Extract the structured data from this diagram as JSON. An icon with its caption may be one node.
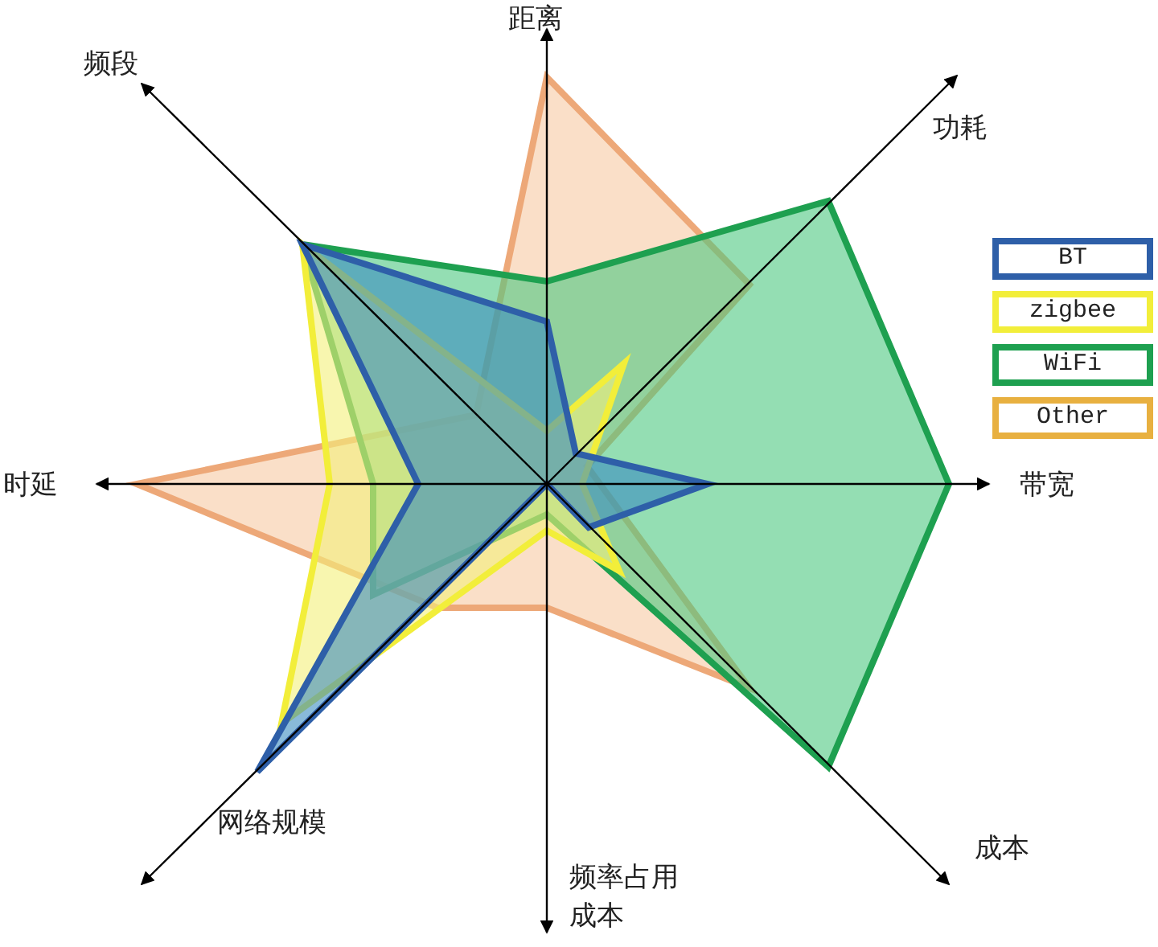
{
  "diagram": {
    "labels": [
      "距离",
      "频段",
      "功耗",
      "时延",
      "带宽",
      "网络规模",
      "频率占用成本",
      "成本"
    ],
    "legend": [
      {
        "text": "BT",
        "color": "#2e5fa8"
      },
      {
        "text": "zigbee",
        "color": "#f2ee3a"
      },
      {
        "text": "WiFi",
        "color": "#1ea050"
      },
      {
        "text": "Other",
        "color": "#e8b040"
      }
    ]
  }
}
